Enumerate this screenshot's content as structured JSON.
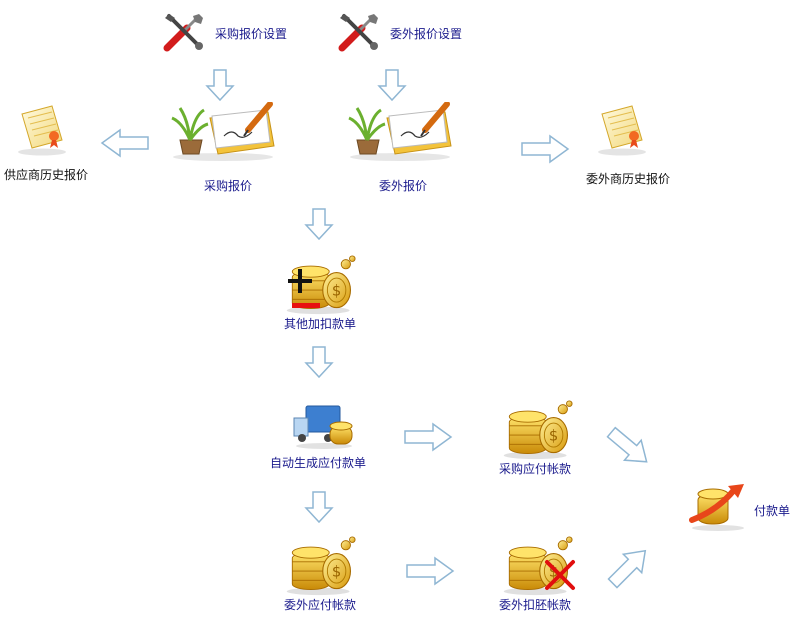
{
  "settings": {
    "purchase_quote_settings": "采购报价设置",
    "outsource_quote_settings": "委外报价设置"
  },
  "quotes": {
    "supplier_history": "供应商历史报价",
    "purchase_quote": "采购报价",
    "outsource_quote": "委外报价",
    "outsourcer_history": "委外商历史报价"
  },
  "finance": {
    "other_adjustments": "其他加扣款单",
    "auto_generate_payable": "自动生成应付款单",
    "purchase_payable_account": "采购应付帐款",
    "outsource_payable_account": "委外应付帐款",
    "outsource_deduction_account": "委外扣胚帐款",
    "payment_voucher": "付款单"
  }
}
